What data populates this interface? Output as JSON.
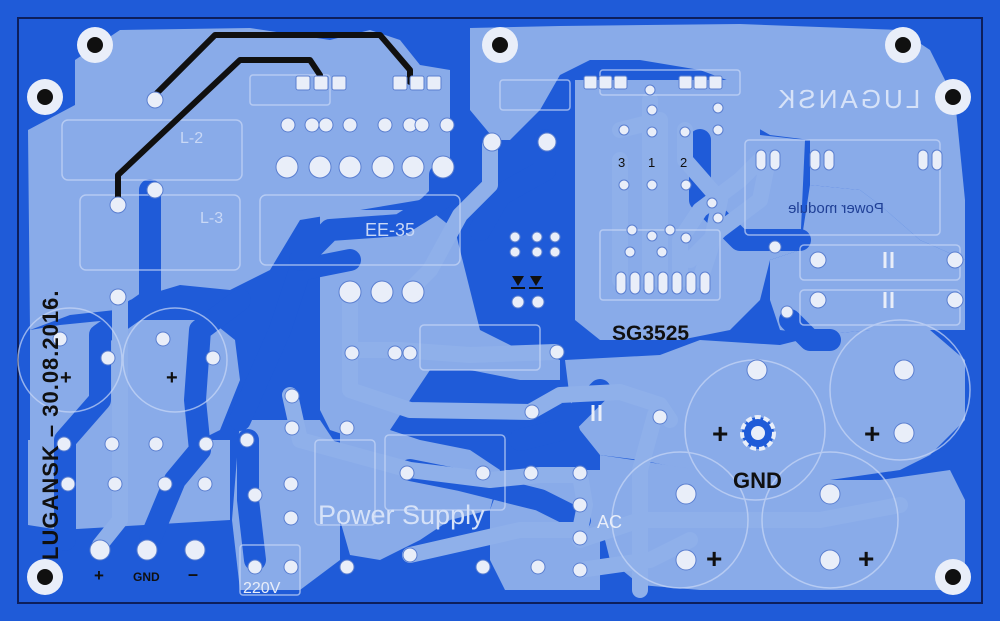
{
  "board": {
    "date_text": "LUGANSK – 30.08.2016.",
    "mirrored_brand": "LUGANSK",
    "mirrored_module": "Power module",
    "ic_label": "SG3525",
    "ic_pin_labels": [
      "3",
      "1",
      "2"
    ],
    "title": "Power Supply",
    "ac_label": "AC",
    "mains_label": "220V",
    "gnd_label": "GND",
    "out_plus": "+",
    "out_gnd": "GND",
    "out_minus": "–",
    "plus": "+",
    "silk_ee35": "EE-35",
    "silk_l2": "L-2",
    "silk_l3": "L-3"
  },
  "colors": {
    "copper": "#1f5bd8",
    "board_fill": "#8fb0ea",
    "outline": "#0d1f5c",
    "pad": "#e9eef9",
    "jumper": "#101010",
    "silkscreen": "#ffffff"
  }
}
